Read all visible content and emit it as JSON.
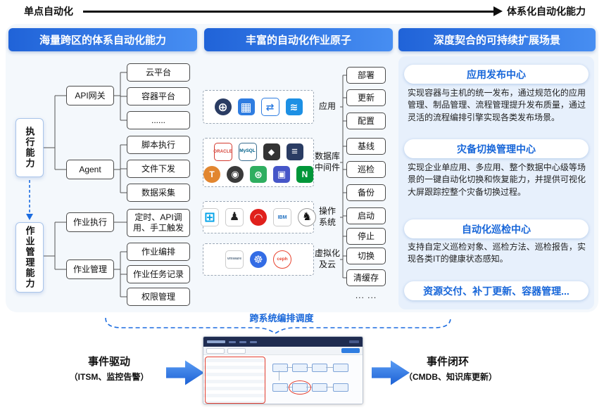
{
  "colors": {
    "accent_blue": "#1b6ce0",
    "header_gradient_start": "#2063d8",
    "header_gradient_end": "#478ef2",
    "scenario_title_blue": "#1766d9",
    "main_panel_bg": "#f4f8fc",
    "scenario_panel_bg": "#e7f0fc",
    "highlight_red": "#e23d2e"
  },
  "top_axis": {
    "left_label": "单点自动化",
    "right_label": "体系化自动化能力"
  },
  "headers": [
    {
      "label": "海量跨区的体系自动化能力"
    },
    {
      "label": "丰富的自动化作业原子"
    },
    {
      "label": "深度契合的可持续扩展场景"
    }
  ],
  "capability_tree": {
    "groups": [
      {
        "label": "执行能力"
      },
      {
        "label": "作业管理能力"
      }
    ],
    "nodes": [
      {
        "label": "API网关"
      },
      {
        "label": "Agent"
      },
      {
        "label": "作业执行"
      },
      {
        "label": "作业管理"
      }
    ],
    "leaves": [
      {
        "label": "云平台"
      },
      {
        "label": "容器平台"
      },
      {
        "label": "......"
      },
      {
        "label": "脚本执行"
      },
      {
        "label": "文件下发"
      },
      {
        "label": "数据采集"
      },
      {
        "label": "定时、API调用、手工触发"
      },
      {
        "label": "作业编排"
      },
      {
        "label": "作业任务记录"
      },
      {
        "label": "权限管理"
      }
    ]
  },
  "atom_categories": [
    {
      "label": "应用",
      "rows": [
        [
          {
            "name": "globe-icon",
            "glyph": "⊕"
          },
          {
            "name": "apps-grid-icon",
            "glyph": "▦"
          },
          {
            "name": "sync-icon",
            "glyph": "⇄"
          },
          {
            "name": "docker-icon",
            "glyph": "≋"
          }
        ]
      ]
    },
    {
      "label": "数据库\n中间件",
      "rows": [
        [
          {
            "name": "oracle-icon",
            "glyph": "ORACLE"
          },
          {
            "name": "mysql-icon",
            "glyph": "MySQL"
          },
          {
            "name": "cube-icon",
            "glyph": "◆"
          },
          {
            "name": "database-icon",
            "glyph": "≡"
          }
        ],
        [
          {
            "name": "tiger-icon",
            "glyph": "T"
          },
          {
            "name": "animal-logo-icon",
            "glyph": "◉"
          },
          {
            "name": "molecule-icon",
            "glyph": "⊛"
          },
          {
            "name": "cubes-icon",
            "glyph": "▣"
          },
          {
            "name": "nginx-icon",
            "glyph": "N"
          }
        ]
      ]
    },
    {
      "label": "操作\n系统",
      "rows": [
        [
          {
            "name": "windows-icon",
            "glyph": "⊞"
          },
          {
            "name": "linux-penguin-icon",
            "glyph": "♟"
          },
          {
            "name": "redhat-icon",
            "glyph": "◠"
          },
          {
            "name": "ibm-icon",
            "glyph": "IBM"
          },
          {
            "name": "horse-icon",
            "glyph": "♞"
          }
        ]
      ]
    },
    {
      "label": "虚拟化\n及云",
      "rows": [
        [
          {
            "name": "vmware-icon",
            "glyph": "vmware"
          },
          {
            "name": "kubernetes-icon",
            "glyph": "☸"
          },
          {
            "name": "ceph-icon",
            "glyph": "ceph"
          }
        ]
      ]
    }
  ],
  "operations": [
    "部署",
    "更新",
    "配置",
    "基线",
    "巡检",
    "备份",
    "启动",
    "停止",
    "切换",
    "清缓存",
    "... ..."
  ],
  "scenarios": [
    {
      "title": "应用发布中心",
      "description": "实现容器与主机的统一发布，通过规范化的应用管理、制品管理、流程管理提升发布质量，通过灵活的流程编排引擎实现各类发布场景。"
    },
    {
      "title": "灾备切换管理中心",
      "description": "实现企业单应用、多应用、整个数据中心级等场景的一键自动化切换和恢复能力，并提供可视化大屏跟踪控整个灾备切换过程。"
    },
    {
      "title": "自动化巡检中心",
      "description": "支持自定义巡检对象、巡检方法、巡检报告，实现各类IT的健康状态感知。"
    },
    {
      "title": "资源交付、补丁更新、容器管理..."
    }
  ],
  "orchestration": {
    "label": "跨系统编排调度"
  },
  "flow": {
    "left": {
      "title": "事件驱动",
      "subtitle": "（ITSM、监控告警）"
    },
    "right": {
      "title": "事件闭环",
      "subtitle": "（CMDB、知识库更新）"
    }
  }
}
